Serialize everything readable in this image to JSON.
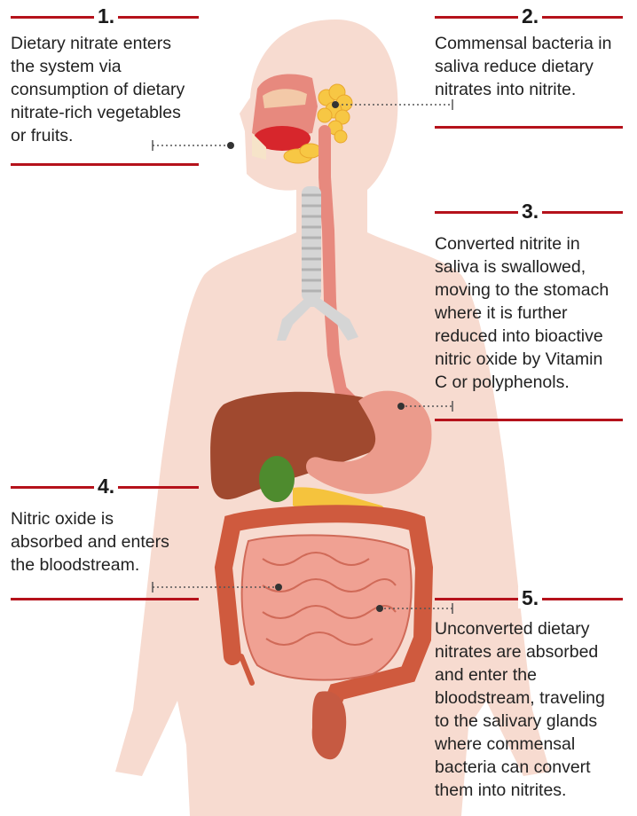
{
  "colors": {
    "accent_red": "#b5121b",
    "body_skin": "#f7dbd0",
    "text": "#222222"
  },
  "steps": [
    {
      "number": "1.",
      "text": "Dietary nitrate enters\nthe system via\nconsumption of dietary\nnitrate-rich vegetables\nor fruits."
    },
    {
      "number": "2.",
      "text": "Commensal bacteria in\nsaliva reduce dietary\nnitrates into nitrite."
    },
    {
      "number": "3.",
      "text": "Converted nitrite in\nsaliva is swallowed,\nmoving to the stomach\nwhere it is further\nreduced into bioactive\nnitric oxide by Vitamin\nC or polyphenols."
    },
    {
      "number": "4.",
      "text": "Nitric oxide is\nabsorbed and enters\nthe bloodstream."
    },
    {
      "number": "5.",
      "text": "Unconverted dietary\nnitrates are absorbed\nand enter the\nbloodstream, traveling\nto the salivary glands\nwhere commensal\nbacteria can convert\nthem into nitrites."
    }
  ]
}
